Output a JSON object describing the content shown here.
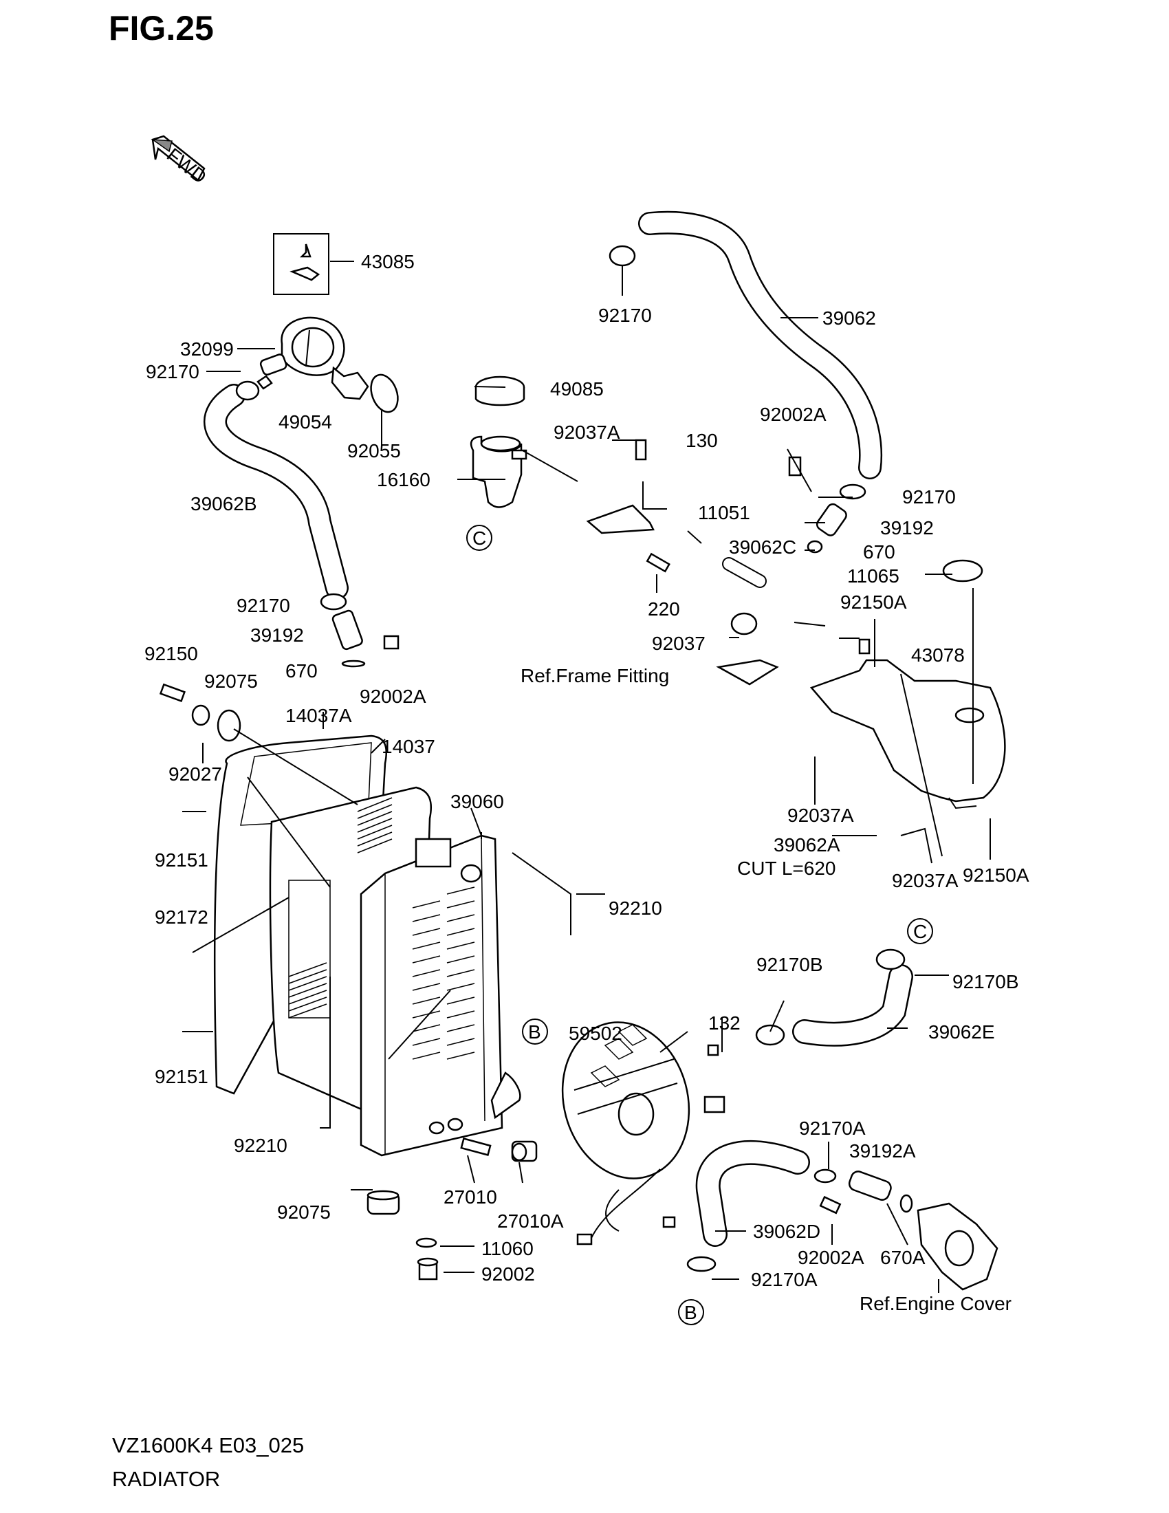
{
  "header": {
    "title": "FIG.25"
  },
  "fwd_arrow": {
    "label": "FWD"
  },
  "footer": {
    "code": "VZ1600K4 E03_025",
    "name": "RADIATOR"
  },
  "callouts": [
    {
      "id": "c43085",
      "text": "43085"
    },
    {
      "id": "c32099",
      "text": "32099"
    },
    {
      "id": "c92170_a",
      "text": "92170"
    },
    {
      "id": "c92170_top",
      "text": "92170"
    },
    {
      "id": "c39062",
      "text": "39062"
    },
    {
      "id": "c49054",
      "text": "49054"
    },
    {
      "id": "c92055",
      "text": "92055"
    },
    {
      "id": "c49085",
      "text": "49085"
    },
    {
      "id": "c16160",
      "text": "16160"
    },
    {
      "id": "c92037A_1",
      "text": "92037A"
    },
    {
      "id": "c130",
      "text": "130"
    },
    {
      "id": "c92002A_1",
      "text": "92002A"
    },
    {
      "id": "c92170_b",
      "text": "92170"
    },
    {
      "id": "c11051",
      "text": "11051"
    },
    {
      "id": "c39192_1",
      "text": "39192"
    },
    {
      "id": "c39062B",
      "text": "39062B"
    },
    {
      "id": "c670_1",
      "text": "670"
    },
    {
      "id": "c39062C",
      "text": "39062C"
    },
    {
      "id": "c11065",
      "text": "11065"
    },
    {
      "id": "c220",
      "text": "220"
    },
    {
      "id": "c92150A_1",
      "text": "92150A"
    },
    {
      "id": "c92170_c",
      "text": "92170"
    },
    {
      "id": "c39192_2",
      "text": "39192"
    },
    {
      "id": "c92037",
      "text": "92037"
    },
    {
      "id": "c43078",
      "text": "43078"
    },
    {
      "id": "c670_2",
      "text": "670"
    },
    {
      "id": "c92002A_2",
      "text": "92002A"
    },
    {
      "id": "c92150",
      "text": "92150"
    },
    {
      "id": "c92075_1",
      "text": "92075"
    },
    {
      "id": "cRefFrame",
      "text": "Ref.Frame Fitting"
    },
    {
      "id": "c14037A",
      "text": "14037A"
    },
    {
      "id": "c14037",
      "text": "14037"
    },
    {
      "id": "c92027",
      "text": "92027"
    },
    {
      "id": "c39060",
      "text": "39060"
    },
    {
      "id": "c92037A_2",
      "text": "92037A"
    },
    {
      "id": "c92151_1",
      "text": "92151"
    },
    {
      "id": "c39062A",
      "text": "39062A"
    },
    {
      "id": "cCutL",
      "text": "CUT L=620"
    },
    {
      "id": "c92037A_3",
      "text": "92037A"
    },
    {
      "id": "c92150A_2",
      "text": "92150A"
    },
    {
      "id": "c92210_1",
      "text": "92210"
    },
    {
      "id": "c92172",
      "text": "92172"
    },
    {
      "id": "c92170B_1",
      "text": "92170B"
    },
    {
      "id": "c92170B_2",
      "text": "92170B"
    },
    {
      "id": "c59502",
      "text": "59502"
    },
    {
      "id": "c132",
      "text": "132"
    },
    {
      "id": "c39062E",
      "text": "39062E"
    },
    {
      "id": "c92151_2",
      "text": "92151"
    },
    {
      "id": "c92170A_1",
      "text": "92170A"
    },
    {
      "id": "c39192A",
      "text": "39192A"
    },
    {
      "id": "c92210_2",
      "text": "92210"
    },
    {
      "id": "c27010",
      "text": "27010"
    },
    {
      "id": "c27010A",
      "text": "27010A"
    },
    {
      "id": "c92075_2",
      "text": "92075"
    },
    {
      "id": "c39062D",
      "text": "39062D"
    },
    {
      "id": "c92002A_3",
      "text": "92002A"
    },
    {
      "id": "c670A",
      "text": "670A"
    },
    {
      "id": "c11060",
      "text": "11060"
    },
    {
      "id": "c92170A_2",
      "text": "92170A"
    },
    {
      "id": "c92002",
      "text": "92002"
    },
    {
      "id": "cRefEngine",
      "text": "Ref.Engine Cover"
    }
  ],
  "reference_markers": [
    {
      "id": "mC1",
      "text": "C"
    },
    {
      "id": "mC2",
      "text": "C"
    },
    {
      "id": "mB1",
      "text": "B"
    },
    {
      "id": "mB2",
      "text": "B"
    }
  ]
}
